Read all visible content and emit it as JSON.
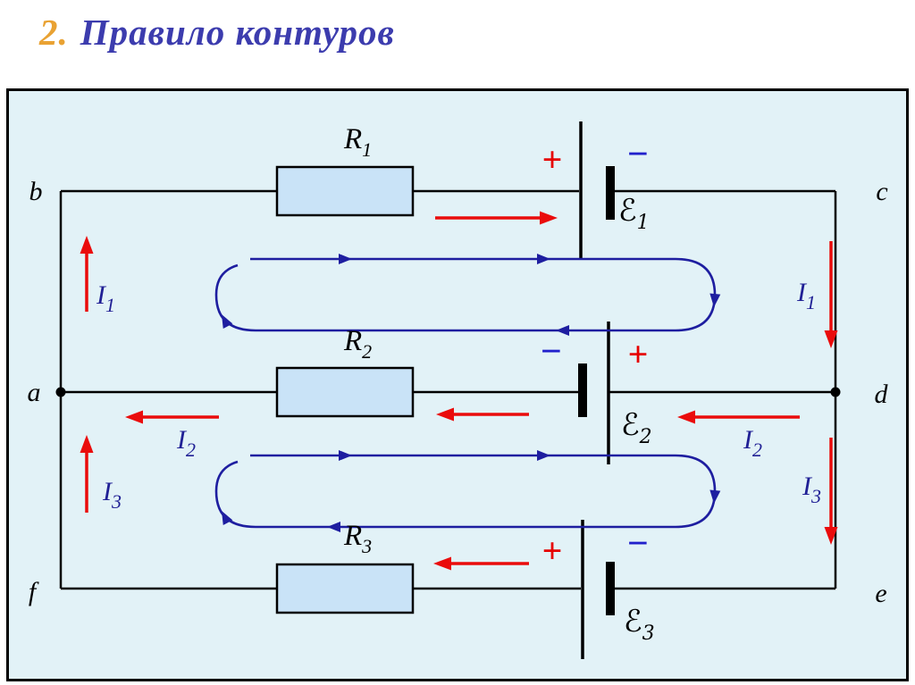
{
  "title": {
    "number": "2.",
    "text": "Правило контуров"
  },
  "panel": {
    "nodes": {
      "b": "b",
      "c": "c",
      "a": "a",
      "d": "d",
      "f": "f",
      "e": "e"
    },
    "resistors": [
      {
        "label": "R",
        "sub": "1"
      },
      {
        "label": "R",
        "sub": "2"
      },
      {
        "label": "R",
        "sub": "3"
      }
    ],
    "emfs": [
      {
        "label": "ℰ",
        "sub": "1",
        "left_sign": "+",
        "right_sign": "−"
      },
      {
        "label": "ℰ",
        "sub": "2",
        "left_sign": "−",
        "right_sign": "+"
      },
      {
        "label": "ℰ",
        "sub": "3",
        "left_sign": "+",
        "right_sign": "−"
      }
    ],
    "currents": [
      {
        "label": "I",
        "sub": "1"
      },
      {
        "label": "I",
        "sub": "2"
      },
      {
        "label": "I",
        "sub": "3"
      }
    ]
  },
  "colors": {
    "panel_bg": "#e2f2f7",
    "wire": "#000000",
    "resistor_fill": "#c9e3f7",
    "loop_blue": "#1e1ea0",
    "arrow_red": "#ea0c0c",
    "plus_red": "#e60000",
    "minus_blue": "#2121cc",
    "title_number": "#e9a233",
    "title_text": "#3c3cae"
  }
}
